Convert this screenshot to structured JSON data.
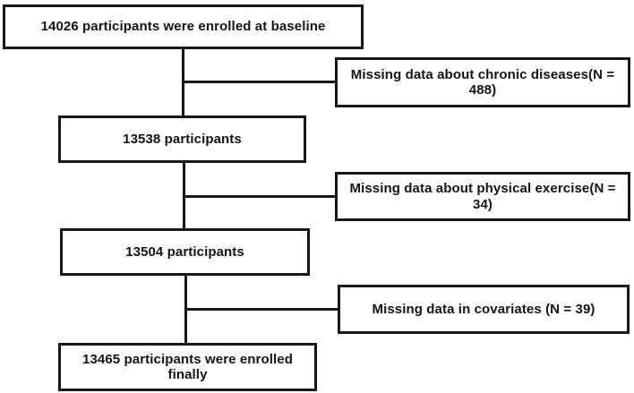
{
  "figure": {
    "type": "participant-enrollment-flowchart",
    "background_color": "#ffffff",
    "line_color": "#181818",
    "text_color": "#141414"
  },
  "flowchart": {
    "main_boxes": [
      {
        "id": "baseline",
        "label": "14026 participants were enrolled at baseline",
        "n": 14026
      },
      {
        "id": "step1",
        "label": "13538 participants",
        "n": 13538
      },
      {
        "id": "step2",
        "label": "13504 participants",
        "n": 13504
      },
      {
        "id": "final",
        "label": "13465 participants were enrolled finally",
        "n": 13465
      }
    ],
    "exclusion_boxes": [
      {
        "id": "excl1",
        "label": "Missing data about chronic diseases(N = 488)",
        "n": 488,
        "branch_from": "baseline"
      },
      {
        "id": "excl2",
        "label": "Missing data about physical exercise(N = 34)",
        "n": 34,
        "branch_from": "step1"
      },
      {
        "id": "excl3",
        "label": "Missing data in covariates (N = 39)",
        "n": 39,
        "branch_from": "step2"
      }
    ],
    "edges": [
      {
        "from": "baseline",
        "to": "step1"
      },
      {
        "from": "step1",
        "to": "step2"
      },
      {
        "from": "step2",
        "to": "final"
      },
      {
        "from": "baseline-step1 spine",
        "to": "excl1"
      },
      {
        "from": "step1-step2 spine",
        "to": "excl2"
      },
      {
        "from": "step2-final spine",
        "to": "excl3"
      }
    ]
  }
}
